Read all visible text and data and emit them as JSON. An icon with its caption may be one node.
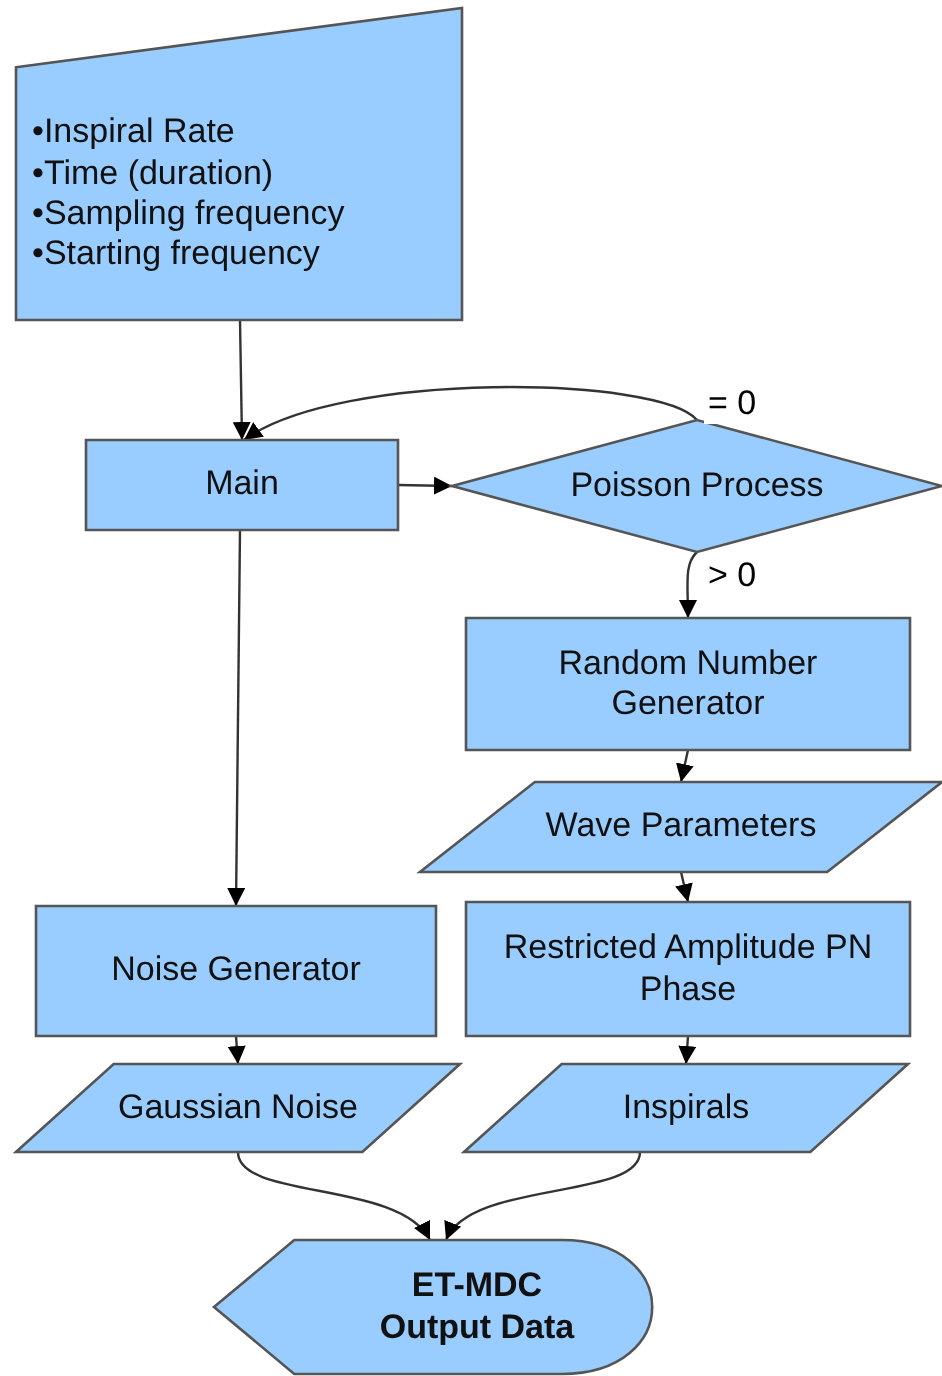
{
  "diagram": {
    "nodes": [
      {
        "text": [
          "•Inspiral Rate",
          "•Time (duration)",
          "•Sampling frequency",
          "•Starting frequency"
        ]
      },
      {
        "text": [
          "Main"
        ]
      },
      {
        "text": [
          "Poisson Process"
        ]
      },
      {
        "text": [
          "Random Number Generator"
        ]
      },
      {
        "text": [
          "Wave Parameters"
        ]
      },
      {
        "text": [
          "Noise Generator"
        ]
      },
      {
        "text": [
          "Restricted Amplitude PN Phase"
        ]
      },
      {
        "text": [
          "Gaussian Noise"
        ]
      },
      {
        "text": [
          "Inspirals"
        ]
      },
      {
        "text": [
          "ET-MDC Output Data"
        ]
      }
    ],
    "edges": [
      {
        "from": 0,
        "to": 1,
        "arrow": "to"
      },
      {
        "from": 1,
        "to": 2,
        "arrow": "to"
      },
      {
        "from": 2,
        "to": 1,
        "arrow": "to",
        "label": "= 0"
      },
      {
        "from": 2,
        "to": 3,
        "arrow": "to",
        "label": "> 0"
      },
      {
        "from": 1,
        "to": 5,
        "arrow": "to"
      },
      {
        "from": 3,
        "to": 4,
        "arrow": "to"
      },
      {
        "from": 4,
        "to": 6,
        "arrow": "to"
      },
      {
        "from": 5,
        "to": 7,
        "arrow": "to"
      },
      {
        "from": 6,
        "to": 8,
        "arrow": "to"
      },
      {
        "from": 7,
        "to": 9,
        "arrow": "to"
      },
      {
        "from": 8,
        "to": 9,
        "arrow": "to"
      }
    ]
  }
}
